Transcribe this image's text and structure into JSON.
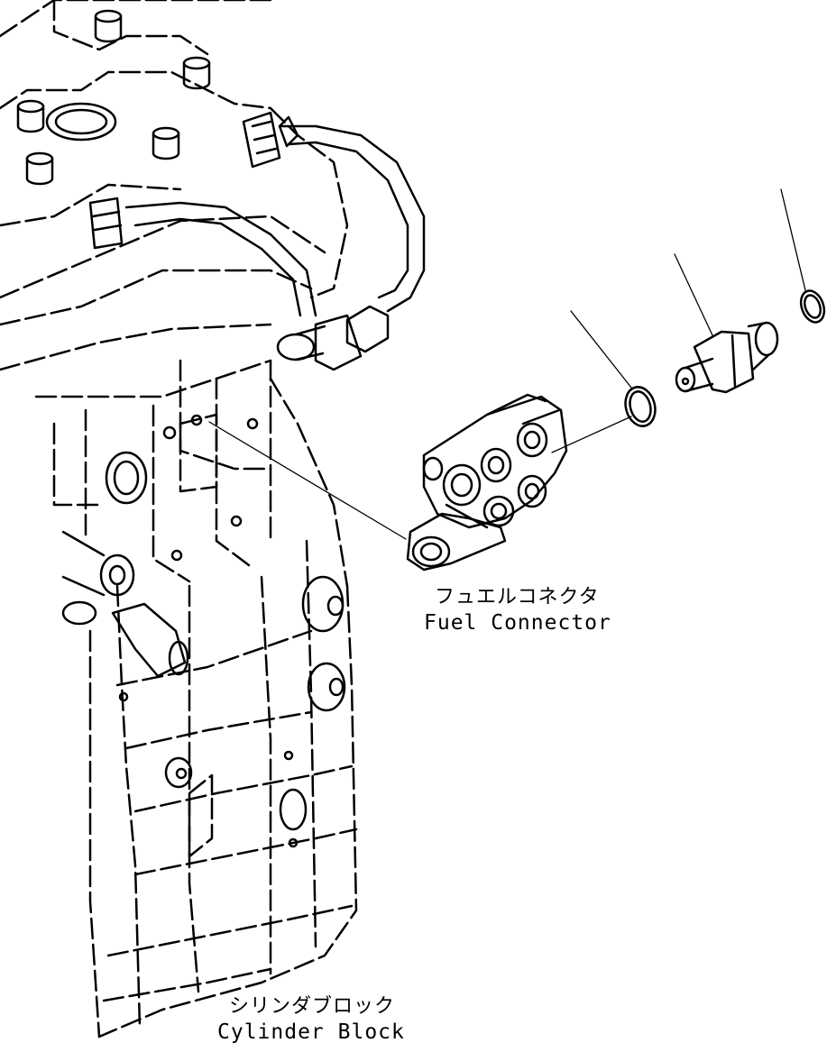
{
  "labels": {
    "fuel_connector_jp": "フュエルコネクタ",
    "fuel_connector_en": "Fuel Connector",
    "cylinder_block_jp": "シリンダブロック",
    "cylinder_block_en": "Cylinder Block"
  }
}
